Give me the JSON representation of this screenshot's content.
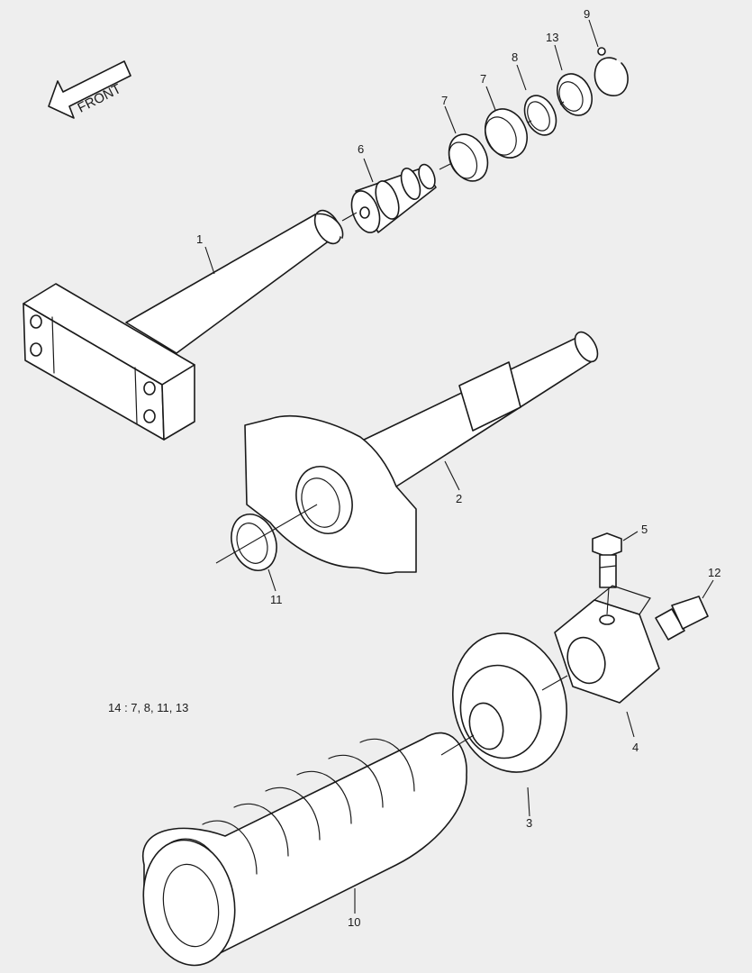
{
  "direction_label": "FRONT",
  "note": "14 : 7, 8, 11, 13",
  "callouts": {
    "c1": "1",
    "c2": "2",
    "c3": "3",
    "c4": "4",
    "c5": "5",
    "c6": "6",
    "c7a": "7",
    "c7b": "7",
    "c8": "8",
    "c9": "9",
    "c10": "10",
    "c11": "11",
    "c12": "12",
    "c13": "13"
  },
  "parts": [
    {
      "no": "1",
      "icon": "yoke-shaft"
    },
    {
      "no": "2",
      "icon": "flanged-shaft"
    },
    {
      "no": "3",
      "icon": "spring-seat"
    },
    {
      "no": "4",
      "icon": "hex-nut"
    },
    {
      "no": "5",
      "icon": "bolt"
    },
    {
      "no": "6",
      "icon": "piston"
    },
    {
      "no": "7",
      "icon": "ring"
    },
    {
      "no": "8",
      "icon": "ring"
    },
    {
      "no": "9",
      "icon": "snap-ring"
    },
    {
      "no": "10",
      "icon": "coil-spring"
    },
    {
      "no": "11",
      "icon": "seal"
    },
    {
      "no": "12",
      "icon": "grease-fitting"
    },
    {
      "no": "13",
      "icon": "washer"
    }
  ]
}
